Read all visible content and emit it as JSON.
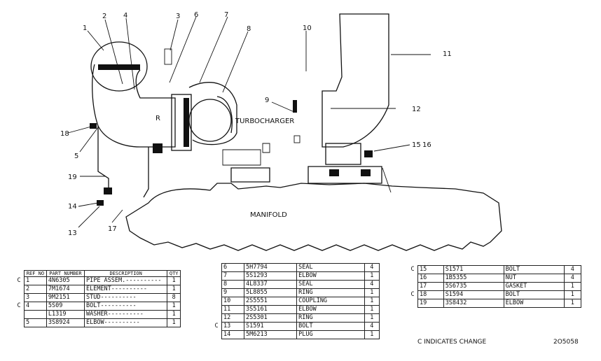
{
  "diagram": {
    "callouts": [
      "1",
      "2",
      "4",
      "3",
      "6",
      "7",
      "8",
      "10",
      "11",
      "9",
      "12",
      "18",
      "5",
      "19",
      "15",
      "16",
      "14",
      "13",
      "17"
    ],
    "labels": {
      "turbocharger": "TURBOCHARGER",
      "manifold": "MANIFOLD"
    }
  },
  "table1": {
    "headers": {
      "ref": "REF NO",
      "part": "PART NUMBER",
      "desc": "DESCRIPTION",
      "qty": "QTY"
    },
    "rows": [
      {
        "chg": "C",
        "ref": "1",
        "part": "4N6305",
        "desc": "PIPE ASSEM.----------",
        "qty": "1"
      },
      {
        "chg": "",
        "ref": "2",
        "part": "7M1674",
        "desc": "ELEMENT----------",
        "qty": "1"
      },
      {
        "chg": "",
        "ref": "3",
        "part": "9M2151",
        "desc": "STUD----------",
        "qty": "8"
      },
      {
        "chg": "C",
        "ref": "4",
        "part": "5S09",
        "desc": "BOLT----------",
        "qty": "1"
      },
      {
        "chg": "",
        "ref": "",
        "part": "L1319",
        "desc": "WASHER----------",
        "qty": "1"
      },
      {
        "chg": "",
        "ref": "5",
        "part": "3S8924",
        "desc": "ELBOW----------",
        "qty": "1"
      }
    ]
  },
  "table2": {
    "rows": [
      {
        "chg": "",
        "ref": "6",
        "part": "5H7794",
        "desc": "SEAL",
        "qty": "4"
      },
      {
        "chg": "",
        "ref": "7",
        "part": "5S1293",
        "desc": "ELBOW",
        "qty": "1"
      },
      {
        "chg": "",
        "ref": "8",
        "part": "4L8337",
        "desc": "SEAL",
        "qty": "4"
      },
      {
        "chg": "",
        "ref": "9",
        "part": "5L8855",
        "desc": "RING",
        "qty": "1"
      },
      {
        "chg": "",
        "ref": "10",
        "part": "2S5551",
        "desc": "COUPLING",
        "qty": "1"
      },
      {
        "chg": "",
        "ref": "11",
        "part": "3S5161",
        "desc": "ELBOW",
        "qty": "1"
      },
      {
        "chg": "",
        "ref": "12",
        "part": "2S5301",
        "desc": "RING",
        "qty": "1"
      },
      {
        "chg": "C",
        "ref": "13",
        "part": "S1591",
        "desc": "BOLT",
        "qty": "4"
      },
      {
        "chg": "",
        "ref": "14",
        "part": "5M6213",
        "desc": "PLUG",
        "qty": "1"
      }
    ]
  },
  "table3": {
    "rows": [
      {
        "chg": "C",
        "ref": "15",
        "part": "S1571",
        "desc": "BOLT",
        "qty": "4"
      },
      {
        "chg": "",
        "ref": "16",
        "part": "1B5355",
        "desc": "NUT",
        "qty": "4"
      },
      {
        "chg": "",
        "ref": "17",
        "part": "5S6735",
        "desc": "GASKET",
        "qty": "1"
      },
      {
        "chg": "C",
        "ref": "18",
        "part": "S1594",
        "desc": "BOLT",
        "qty": "1"
      },
      {
        "chg": "",
        "ref": "19",
        "part": "3S8432",
        "desc": "ELBOW",
        "qty": "1"
      }
    ]
  },
  "footer": {
    "change_note": "C INDICATES CHANGE",
    "drawing_no": "2O5058"
  }
}
